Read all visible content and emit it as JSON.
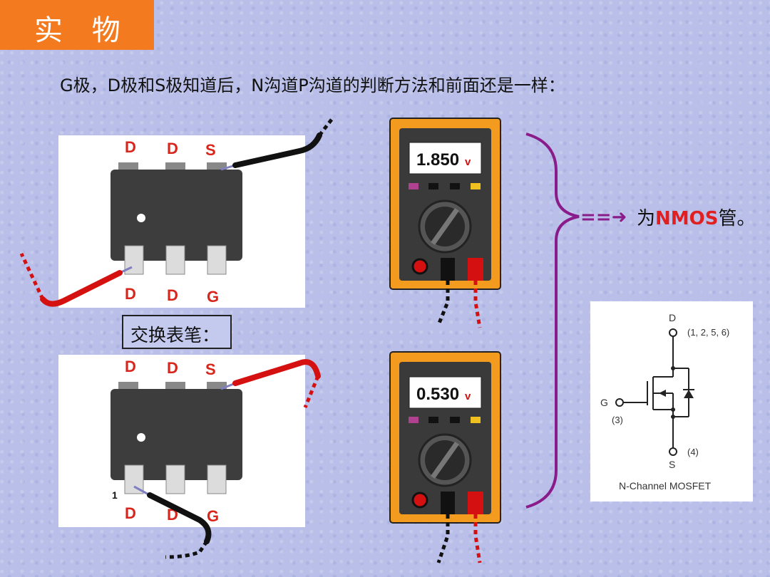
{
  "title": "实 物",
  "subtitle": "G极，D极和S极知道后，N沟道P沟道的判断方法和前面还是一样：",
  "top_photo": {
    "pin_labels_top": [
      "D",
      "D",
      "S"
    ],
    "pin_labels_bottom": [
      "D",
      "D",
      "G"
    ]
  },
  "swap_label": "交换表笔：",
  "bottom_photo": {
    "pin_labels_top": [
      "D",
      "D",
      "S"
    ],
    "pin_labels_bottom": [
      "D",
      "D",
      "G"
    ],
    "pin1_mark": "1"
  },
  "meter_top": {
    "reading": "1.850",
    "unit": "v"
  },
  "meter_bottom": {
    "reading": "0.530",
    "unit": "v"
  },
  "result": {
    "arrow": "==➜",
    "prefix": "为",
    "highlight": "NMOS",
    "suffix": "管。"
  },
  "schematic": {
    "d_label": "D",
    "g_label": "G",
    "s_label": "S",
    "d_pins": "(1, 2, 5, 6)",
    "g_pins": "(3)",
    "s_pins": "(4)",
    "caption": "N-Channel MOSFET"
  }
}
